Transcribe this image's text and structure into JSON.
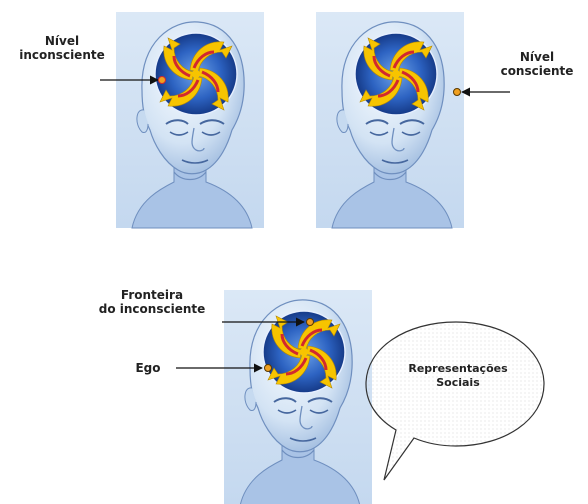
{
  "labels": {
    "nivel_inconsciente": [
      "Nível",
      "inconsciente"
    ],
    "nivel_consciente": [
      "Nível",
      "consciente"
    ],
    "fronteira": [
      "Fronteira",
      "do inconsciente"
    ],
    "ego": "Ego",
    "representacoes": [
      "Representações",
      "Sociais"
    ]
  },
  "colors": {
    "head_light": "#e9f2fb",
    "head_mid": "#b9d1ec",
    "head_shadow": "#6f8fbf",
    "panel_bg": "#cfe0f2",
    "brain_dark": "#0f2f78",
    "brain_mid": "#2d63c2",
    "arrow_yellow": "#f7c400",
    "arrow_red": "#d2282e",
    "marker": "#f0a020",
    "line": "#111111"
  }
}
